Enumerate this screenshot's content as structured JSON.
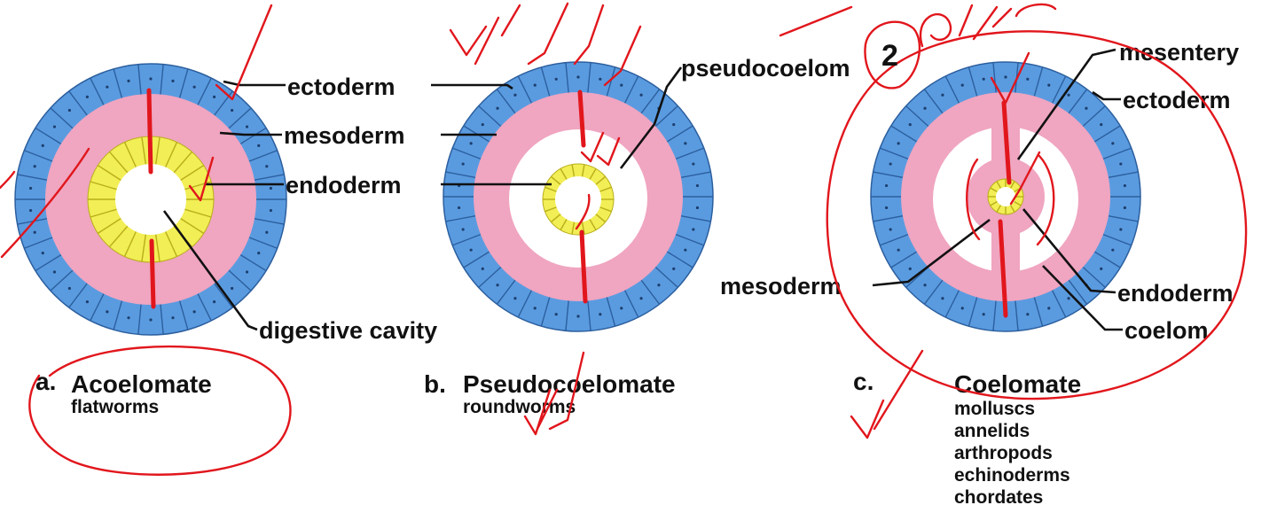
{
  "colors": {
    "ectoderm": "#5a9be0",
    "ectoderm_stroke": "#2c5f9e",
    "mesoderm": "#f0a5c0",
    "mesoderm_stroke": "#cf7898",
    "endoderm": "#f2ee55",
    "endoderm_stroke": "#b8ae1a",
    "annotation": "#e1161c"
  },
  "panels": [
    {
      "letter": "a.",
      "title": "Acoelomate",
      "examples": [
        "flatworms"
      ],
      "labels": {
        "ectoderm": "ectoderm",
        "mesoderm": "mesoderm",
        "endoderm": "endoderm",
        "cavity": "digestive cavity"
      }
    },
    {
      "letter": "b.",
      "title": "Pseudocoelomate",
      "examples": [
        "roundworms"
      ],
      "labels": {
        "pseudocoelom": "pseudocoelom"
      }
    },
    {
      "letter": "c.",
      "title": "Coelomate",
      "examples": [
        "molluscs",
        "annelids",
        "arthropods",
        "echinoderms",
        "chordates"
      ],
      "labels": {
        "mesentery": "mesentery",
        "ectoderm": "ectoderm",
        "mesoderm": "mesoderm",
        "endoderm": "endoderm",
        "coelom": "coelom"
      }
    }
  ],
  "annotation_numeral": "2"
}
